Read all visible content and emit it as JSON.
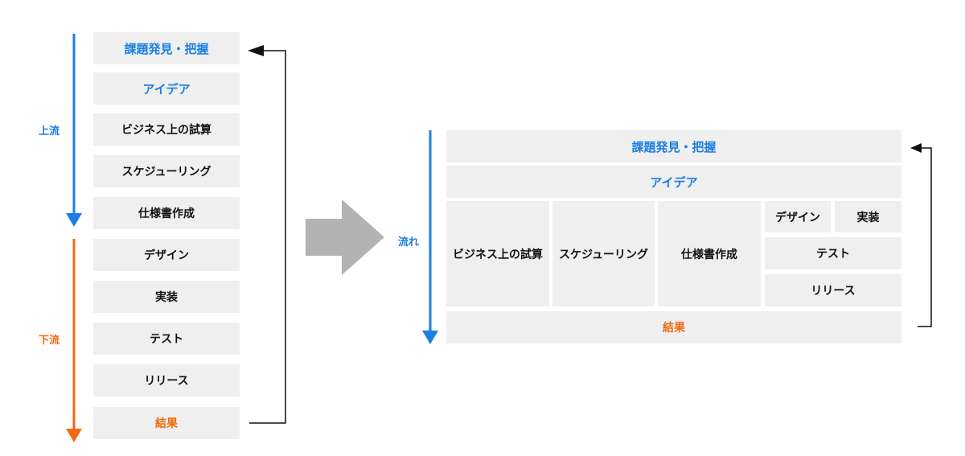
{
  "colors": {
    "blue": "#1a7ee6",
    "orange": "#f26a0f",
    "box": "#efefef",
    "text": "#111111",
    "big_arrow": "#b3b3b3"
  },
  "left": {
    "upstream_label": "上流",
    "downstream_label": "下流",
    "steps": [
      "課題発見・把握",
      "アイデア",
      "ビジネス上の試算",
      "スケジューリング",
      "仕様書作成",
      "デザイン",
      "実装",
      "テスト",
      "リリース",
      "結果"
    ]
  },
  "right": {
    "flow_label": "流れ",
    "discovery": "課題発見・把握",
    "idea": "アイデア",
    "business": "ビジネス上の試算",
    "scheduling": "スケジューリング",
    "spec": "仕様書作成",
    "design": "デザイン",
    "implementation": "実装",
    "test": "テスト",
    "release": "リリース",
    "result": "結果"
  }
}
